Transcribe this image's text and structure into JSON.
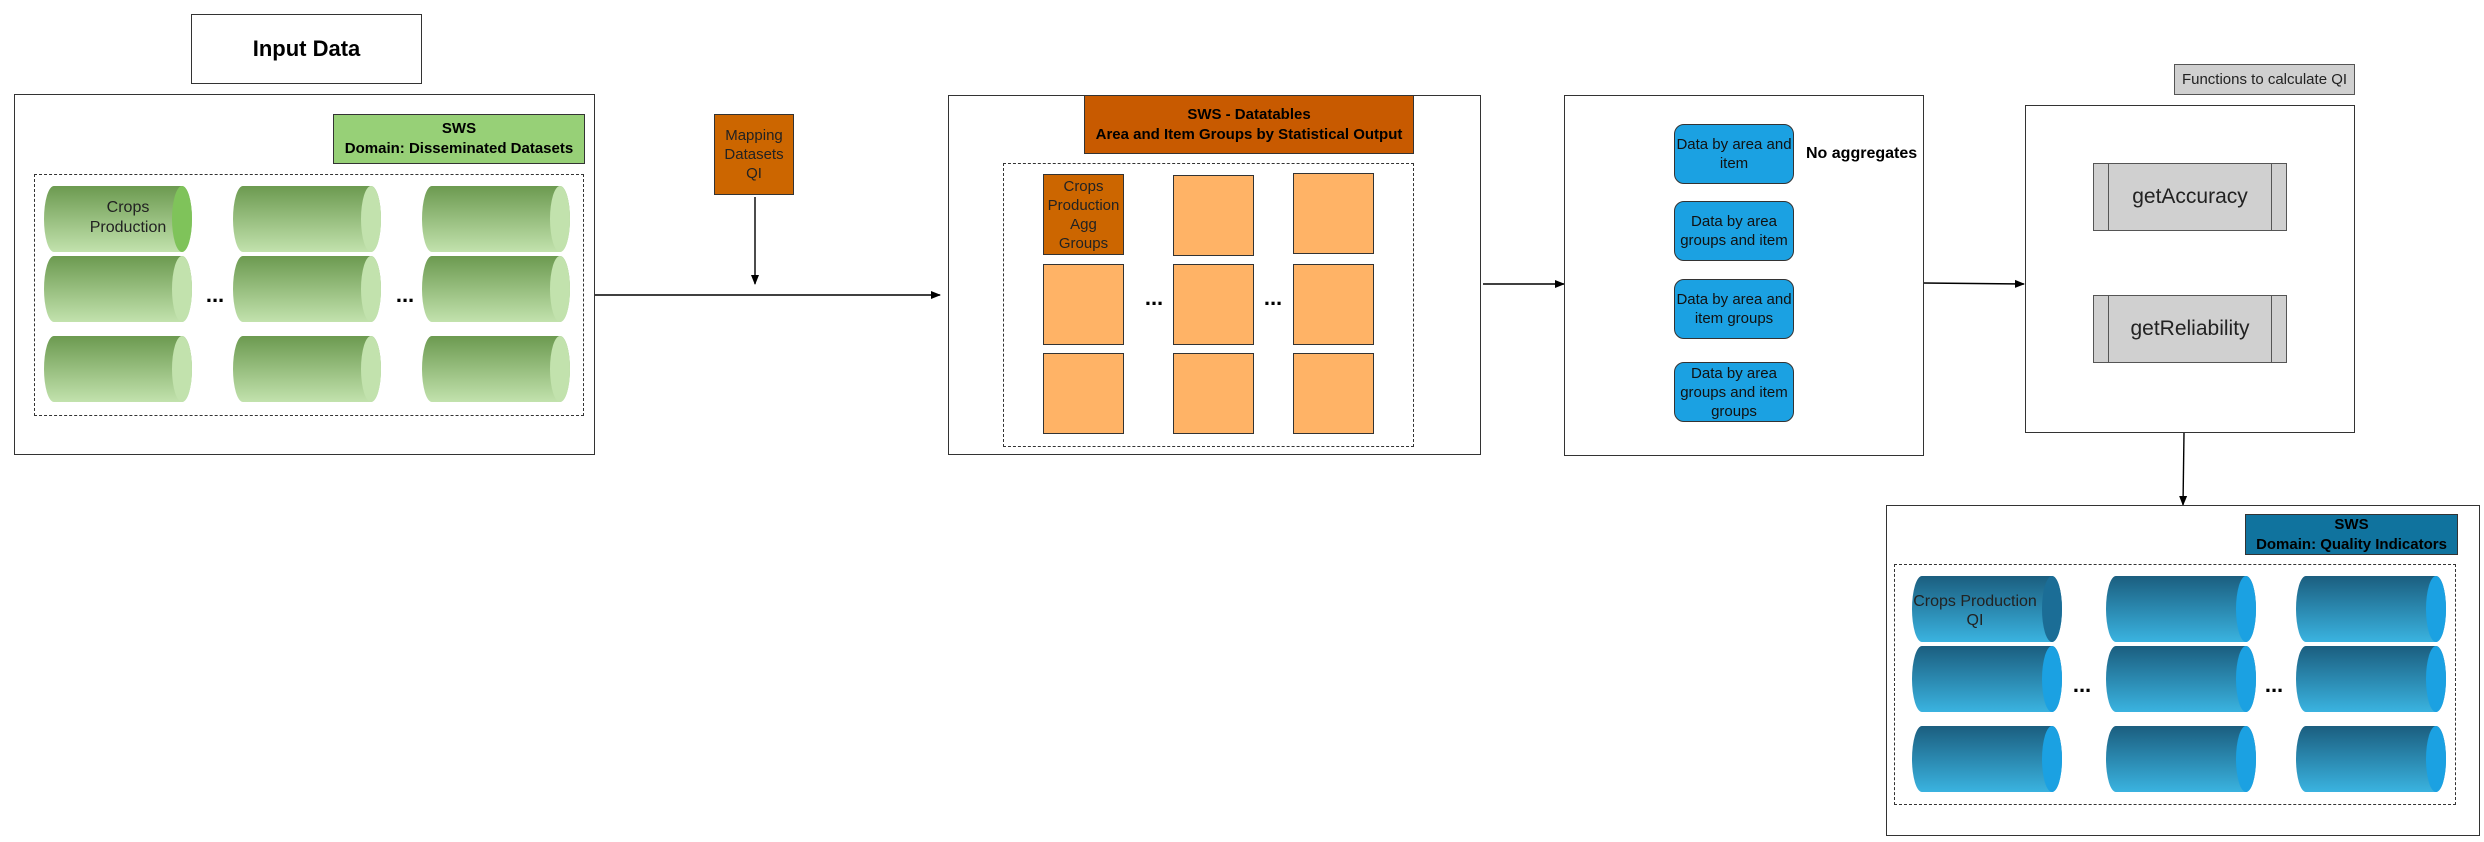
{
  "input_title": "Input Data",
  "sws_disseminated": {
    "line1": "SWS",
    "line2": "Domain: Disseminated Datasets",
    "first_cylinder": "Crops Production",
    "ellipsis": "..."
  },
  "mapping": "Mapping Datasets QI",
  "sws_datatables": {
    "line1": "SWS - Datatables",
    "line2": "Area and Item Groups by Statistical Output",
    "first_square": "Crops Production Agg Groups",
    "ellipsis": "..."
  },
  "aggregation": {
    "items": [
      "Data by area and item",
      "Data by area groups and item",
      "Data by area and  item groups",
      "Data by area groups and item groups"
    ],
    "no_aggregates": "No aggregates"
  },
  "functions": {
    "header": "Functions to calculate QI",
    "items": [
      "getAccuracy",
      "getReliability"
    ]
  },
  "sws_quality": {
    "line1": "SWS",
    "line2": "Domain: Quality Indicators",
    "first_cylinder": "Crops Production QI",
    "ellipsis": "..."
  },
  "colors": {
    "green_label": "#97d077",
    "orange_label": "#c85a00",
    "orange_square": "#ffb366",
    "blue_pill": "#1ba1e2",
    "blue_label": "#10739e",
    "gray": "#d0d0d0"
  }
}
